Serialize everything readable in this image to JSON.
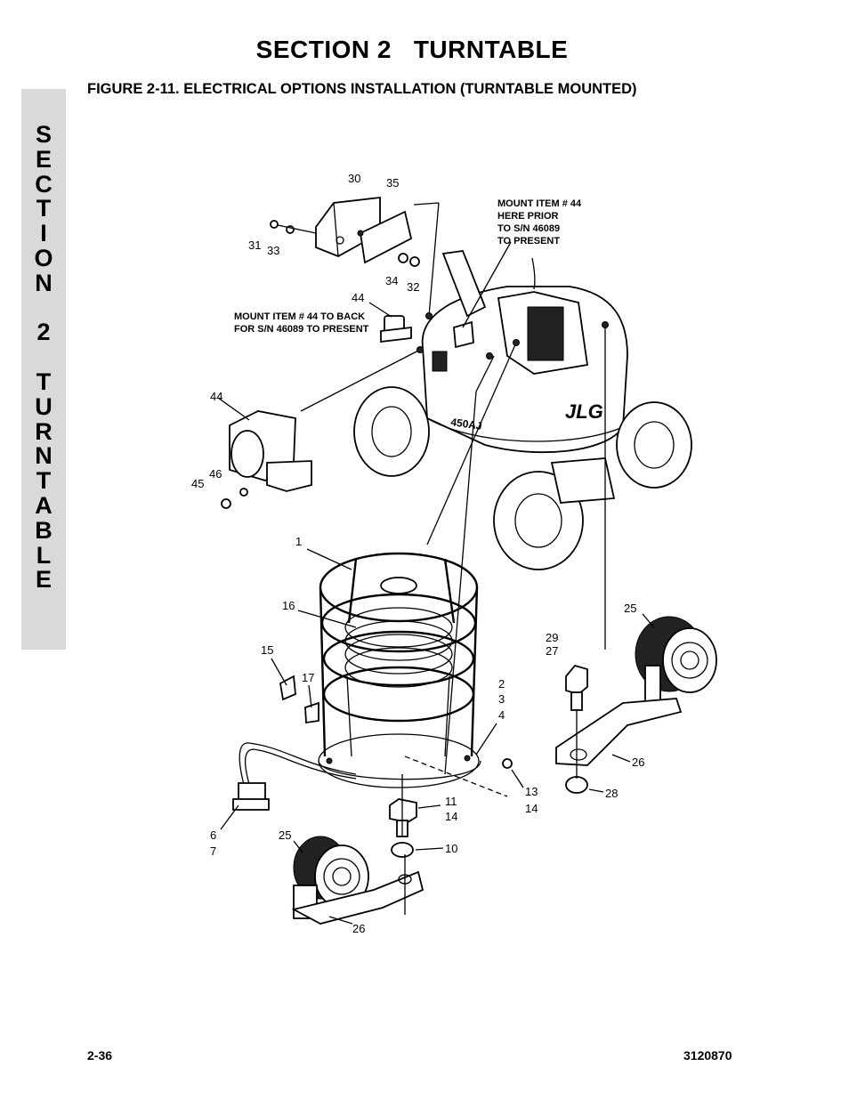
{
  "header": {
    "section_title": "SECTION 2   TURNTABLE",
    "figure_title": "FIGURE 2-11.  ELECTRICAL OPTIONS INSTALLATION (TURNTABLE MOUNTED)"
  },
  "side_tab": {
    "letters": [
      "S",
      "E",
      "C",
      "T",
      "I",
      "O",
      "N",
      "",
      "2",
      "",
      "T",
      "U",
      "R",
      "N",
      "T",
      "A",
      "B",
      "L",
      "E"
    ]
  },
  "diagram": {
    "callouts": [
      "30",
      "35",
      "31",
      "33",
      "34",
      "32",
      "44",
      "44",
      "46",
      "45",
      "1",
      "16",
      "15",
      "17",
      "2",
      "3",
      "4",
      "29",
      "27",
      "25",
      "26",
      "28",
      "13",
      "14",
      "11",
      "14",
      "10",
      "6",
      "7",
      "25",
      "26"
    ],
    "notes": {
      "note_top": [
        "MOUNT ITEM # 44",
        "HERE PRIOR",
        "TO  S/N 46089",
        "TO PRESENT"
      ],
      "note_left": [
        "MOUNT ITEM # 44 TO BACK",
        "FOR S/N 46089 TO PRESENT"
      ]
    },
    "machine_text": [
      "JLG",
      "450AJ"
    ]
  },
  "footer": {
    "page_number": "2-36",
    "doc_number": "3120870"
  }
}
